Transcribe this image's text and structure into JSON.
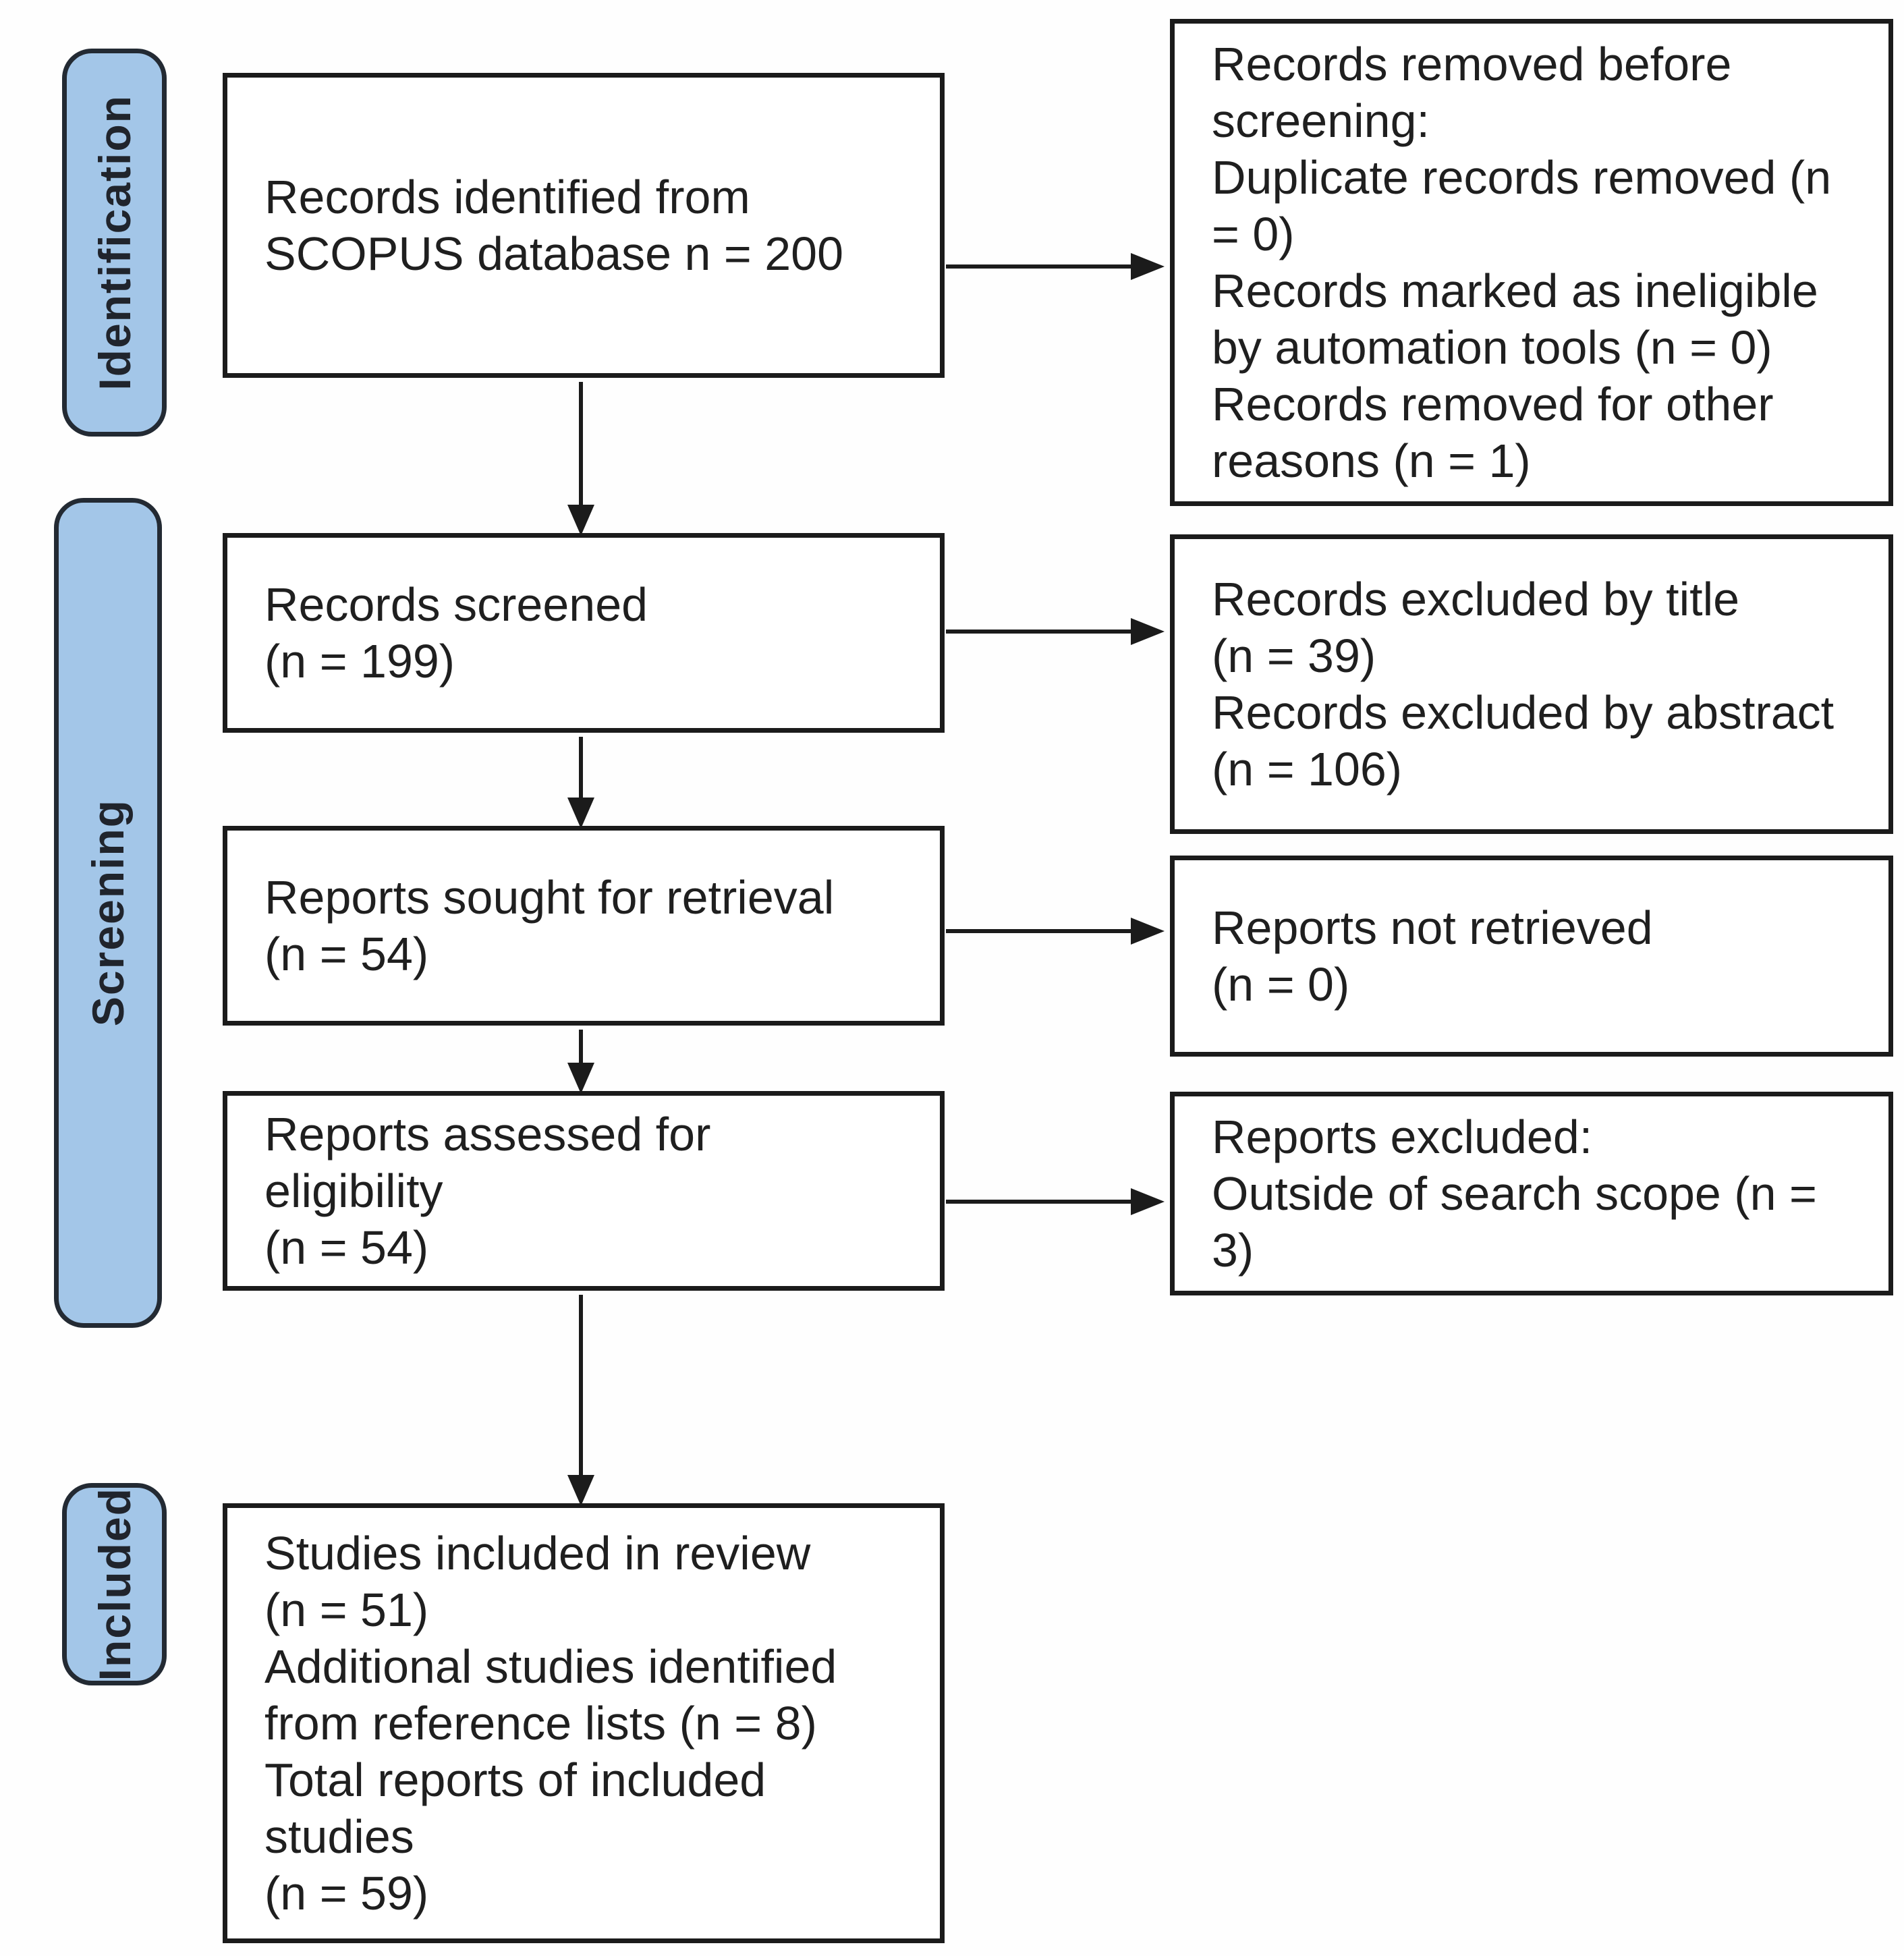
{
  "figure": {
    "title": "PRISMA flow diagram",
    "stages": [
      {
        "id": "identification",
        "label": "Identification"
      },
      {
        "id": "screening",
        "label": "Screening"
      },
      {
        "id": "included",
        "label": "Included"
      }
    ],
    "flow_boxes": [
      {
        "id": "records-identified",
        "text": "Records identified from\nSCOPUS database n = 200"
      },
      {
        "id": "records-screened",
        "text": "Records screened\n(n = 199)"
      },
      {
        "id": "reports-sought",
        "text": "Reports sought for retrieval\n(n = 54)"
      },
      {
        "id": "reports-assessed",
        "text": "Reports assessed for\neligibility\n(n = 54)"
      },
      {
        "id": "studies-included",
        "text": "Studies included in review\n(n = 51)\nAdditional studies identified\nfrom reference lists (n = 8)\nTotal reports of included\nstudies\n(n = 59)"
      }
    ],
    "exclusion_boxes": [
      {
        "id": "records-removed",
        "text": "Records removed before\nscreening:\nDuplicate records removed (n\n= 0)\nRecords marked as ineligible\nby automation tools (n = 0)\nRecords removed for other\nreasons (n = 1)"
      },
      {
        "id": "records-excluded",
        "text": "Records excluded by title\n(n = 39)\nRecords excluded by abstract\n(n = 106)"
      },
      {
        "id": "reports-not-retrieved",
        "text": "Reports not retrieved\n(n = 0)"
      },
      {
        "id": "reports-excluded",
        "text": "Reports excluded:\nOutside of search scope (n =\n3)"
      }
    ],
    "counts": {
      "identified": 200,
      "removed_before_screening_duplicates": 0,
      "removed_before_screening_automation": 0,
      "removed_before_screening_other": 1,
      "screened": 199,
      "excluded_by_title": 39,
      "excluded_by_abstract": 106,
      "sought_for_retrieval": 54,
      "not_retrieved": 0,
      "assessed_for_eligibility": 54,
      "excluded_outside_scope": 3,
      "included_in_review": 51,
      "additional_from_reference_lists": 8,
      "total_included_reports": 59
    },
    "colors": {
      "stage_fill": "#a3c6e8",
      "stage_border": "#232a33",
      "box_border": "#1b1b1b",
      "arrow": "#1b1b1b",
      "text": "#1f1f1f",
      "background": "#ffffff"
    }
  }
}
